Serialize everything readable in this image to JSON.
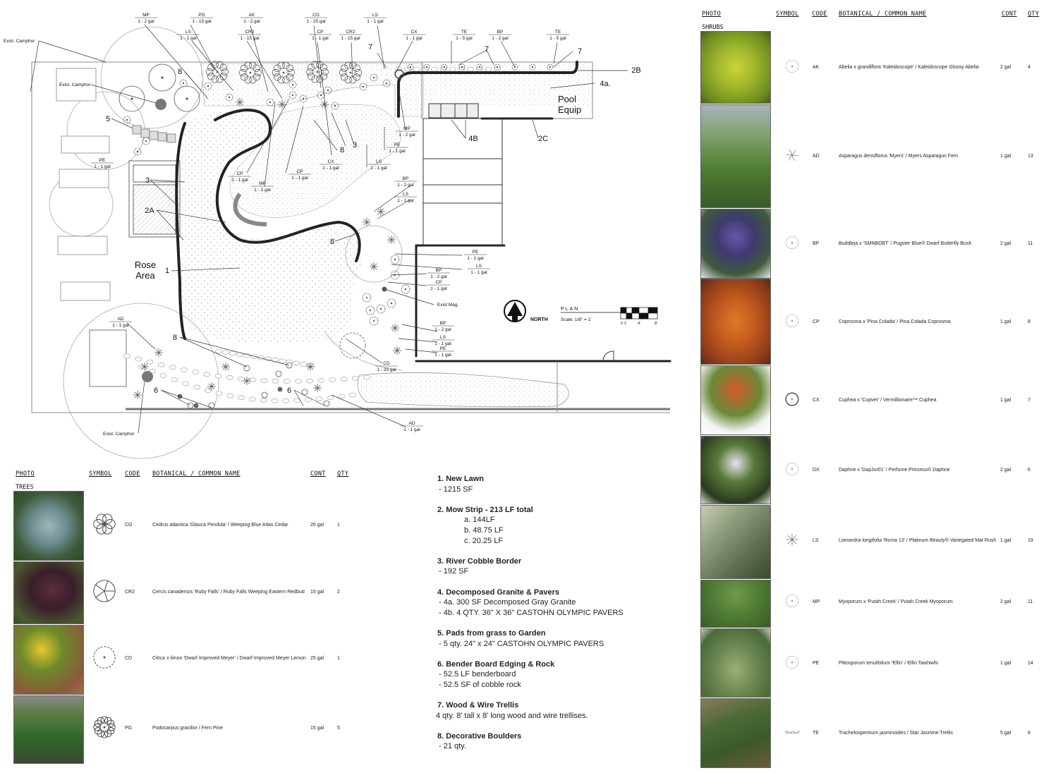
{
  "colors": {
    "lawn_dot": "#bdbdbd",
    "line": "#222222",
    "paver": "#dddddd",
    "boulder": "#666666"
  },
  "plan": {
    "callouts": [
      {
        "code": "MP",
        "qty": "1 - 2 gal"
      },
      {
        "code": "PG",
        "qty": "1 - 15 gal"
      },
      {
        "code": "AK",
        "qty": "1 - 2 gal"
      },
      {
        "code": "CG",
        "qty": "1 - 25 gal"
      },
      {
        "code": "LS",
        "qty": "1 - 1 gal"
      },
      {
        "code": "LS",
        "qty": "1 - 1 gal"
      },
      {
        "code": "CR2",
        "qty": "1 - 15 gal"
      },
      {
        "code": "CP",
        "qty": "1 - 1 gal"
      },
      {
        "code": "CR2",
        "qty": "1 - 15 gal"
      },
      {
        "code": "CX",
        "qty": "1 - 1 gal"
      },
      {
        "code": "TE",
        "qty": "1 - 5 gal"
      },
      {
        "code": "BP",
        "qty": "1 - 2 gal"
      },
      {
        "code": "TE",
        "qty": "1 - 5 gal"
      },
      {
        "code": "MP",
        "qty": "1 - 2 gal"
      },
      {
        "code": "PE",
        "qty": "1 - 1 gal"
      },
      {
        "code": "LS",
        "qty": "1 - 1 gal"
      },
      {
        "code": "PE",
        "qty": "1 - 1 gal"
      },
      {
        "code": "CP",
        "qty": "1 - 1 gal"
      },
      {
        "code": "MP",
        "qty": "1 - 2 gal"
      },
      {
        "code": "CP",
        "qty": "1 - 1 gal"
      },
      {
        "code": "CX",
        "qty": "1 - 1 gal"
      },
      {
        "code": "BP",
        "qty": "1 - 2 gal"
      },
      {
        "code": "LS",
        "qty": "1 - 1 gal"
      },
      {
        "code": "PE",
        "qty": "1 - 1 gal"
      },
      {
        "code": "LS",
        "qty": "1 - 1 gal"
      },
      {
        "code": "BP",
        "qty": "1 - 2 gal"
      },
      {
        "code": "CP",
        "qty": "1 - 1 gal"
      },
      {
        "code": "BP",
        "qty": "1 - 2 gal"
      },
      {
        "code": "LS",
        "qty": "1 - 1 gal"
      },
      {
        "code": "PE",
        "qty": "1 - 1 gal"
      },
      {
        "code": "CD",
        "qty": "1 - 25 gal"
      },
      {
        "code": "AD",
        "qty": "1 - 1 gal"
      },
      {
        "code": "AD",
        "qty": "1 - 1 gal"
      }
    ],
    "numbers": [
      "8",
      "7",
      "7",
      "7",
      "2B",
      "4a.",
      "5",
      "3",
      "8",
      "4B",
      "2C",
      "3",
      "2A",
      "8",
      "1",
      "8",
      "6",
      "6"
    ],
    "exist_labels": [
      "Exist. Camphor",
      "Exist. Camphor",
      "Exist. Camphor",
      "Exist Mag."
    ],
    "area_labels": {
      "rose": "Rose Area",
      "pool": "Pool Equip"
    },
    "north": "NORTH",
    "plan_title": "PLAN",
    "scale": "Scale:  1/8\" = 1'",
    "scale_ticks": [
      "0 1'",
      "4'",
      "8'"
    ]
  },
  "trees_table": {
    "headers": [
      "PHOTO",
      "SYMBOL",
      "CODE",
      "BOTANICAL / COMMON NAME",
      "CONT",
      "QTY"
    ],
    "category": "TREES",
    "rows": [
      {
        "code": "CG",
        "name": "Cedrus atlantica 'Glauca Pendula' / Weeping Blue Atlas Cedar",
        "cont": "25 gal",
        "qty": "1",
        "symbol": "scallop",
        "photo": "blue-cedar"
      },
      {
        "code": "CR2",
        "name": "Cercis canadensis 'Ruby Falls' / Ruby Falls Weeping Eastern Redbud",
        "cont": "15 gal",
        "qty": "2",
        "symbol": "lobed",
        "photo": "redbud"
      },
      {
        "code": "CD",
        "name": "Citrus x limon 'Dwarf Improved Meyer' / Dwarf Improved Meyer Lemon",
        "cont": "25 gal",
        "qty": "1",
        "symbol": "dashed",
        "photo": "lemon"
      },
      {
        "code": "PG",
        "name": "Podocarpus gracilior / Fern Pine",
        "cont": "15 gal",
        "qty": "5",
        "symbol": "leafy",
        "photo": "fern-pine"
      }
    ]
  },
  "shrubs_table": {
    "headers": [
      "PHOTO",
      "SYMBOL",
      "CODE",
      "BOTANICAL / COMMON NAME",
      "CONT",
      "QTY"
    ],
    "category": "SHRUBS",
    "rows": [
      {
        "code": "AK",
        "name": "Abelia x grandiflora 'Kaleidoscope' / Kaleidoscope Glossy Abelia",
        "cont": "2 gal",
        "qty": "4",
        "symbol": "dashed-circle",
        "photo": "abelia"
      },
      {
        "code": "AD",
        "name": "Asparagus densiflorus 'Myers' / Myers Asparagus Fern",
        "cont": "1 gal",
        "qty": "13",
        "symbol": "star",
        "photo": "asparagus"
      },
      {
        "code": "BP",
        "name": "Buddleja x 'SMNBDBT' / Pugster Blue® Dwarf Butterfly Bush",
        "cont": "2 gal",
        "qty": "11",
        "symbol": "dashed-circle",
        "photo": "buddleja"
      },
      {
        "code": "CP",
        "name": "Coprosma x 'Pina Colada' / Pina Colada Coprosma",
        "cont": "1 gal",
        "qty": "8",
        "symbol": "dashed-circle",
        "photo": "coprosma"
      },
      {
        "code": "CX",
        "name": "Cuphea x 'Cupver' / Vermillionaire™ Cuphea",
        "cont": "1 gal",
        "qty": "7",
        "symbol": "bold-circle",
        "photo": "cuphea"
      },
      {
        "code": "DX",
        "name": "Daphne x 'DapJur01' / Perfume Princess® Daphne",
        "cont": "2 gal",
        "qty": "6",
        "symbol": "dashed-circle",
        "photo": "daphne"
      },
      {
        "code": "LS",
        "name": "Lomandra longifolia 'Roma 13' / Platinum Beauty® Variegated Mat Rush",
        "cont": "1 gal",
        "qty": "19",
        "symbol": "asterisk",
        "photo": "lomandra"
      },
      {
        "code": "MP",
        "name": "Myoporum x 'Putah Creek' / Putah Creek Myoporum",
        "cont": "2 gal",
        "qty": "11",
        "symbol": "dashed-circle",
        "photo": "myoporum"
      },
      {
        "code": "PE",
        "name": "Pittosporum tenuifolium 'Elfin' / Elfin Tawhiwhi",
        "cont": "1 gal",
        "qty": "14",
        "symbol": "dashed-circle",
        "photo": "pittosporum"
      },
      {
        "code": "TE",
        "name": "Trachelospermum jasminoides / Star Jasmine Trellis",
        "cont": "5 gal",
        "qty": "8",
        "symbol": "trellis",
        "photo": "jasmine"
      }
    ]
  },
  "notes": [
    {
      "title": "1. New Lawn",
      "lines": [
        "-  1215 SF"
      ]
    },
    {
      "title": "2. Mow Strip - 213 LF total",
      "sub": [
        "a. 144LF",
        "b. 48.75 LF",
        "c. 20.25 LF"
      ]
    },
    {
      "title": "3. River Cobble Border",
      "lines": [
        "-  192 SF"
      ]
    },
    {
      "title": "4. Decomposed Granite & Pavers",
      "lines": [
        "-  4a. 300 SF Decomposed Gray Granite",
        "-  4b. 4 QTY. 36\" X 36\" CASTOHN OLYMPIC PAVERS"
      ]
    },
    {
      "title": "5. Pads from grass to Garden",
      "lines": [
        "-  5 qty. 24\" x 24\" CASTOHN OLYMPIC PAVERS"
      ]
    },
    {
      "title": "6. Bender Board Edging & Rock",
      "lines": [
        "-  52.5 LF benderboard",
        "-  52.5 SF of cobble rock"
      ]
    },
    {
      "title": "7. Wood & Wire Trellis",
      "plain": [
        "4 qty. 8' tall x 8' long wood and wire trellises."
      ]
    },
    {
      "title": "8. Decorative Boulders",
      "lines": [
        "-  21 qty."
      ]
    }
  ]
}
